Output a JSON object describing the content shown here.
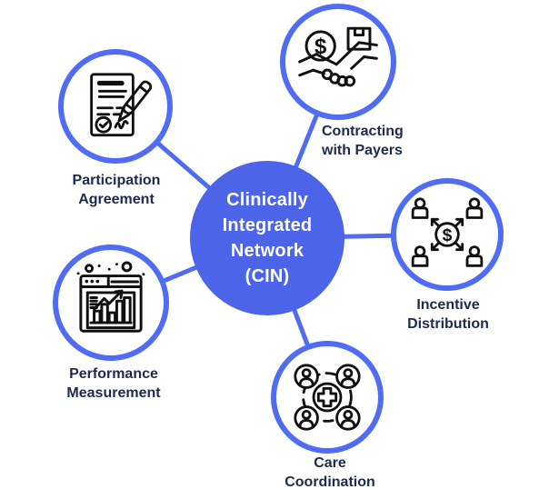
{
  "diagram": {
    "type": "hub-and-spoke",
    "center": {
      "label": "Clinically\nIntegrated\nNetwork\n(CIN)"
    },
    "nodes": [
      {
        "id": "contracting-with-payers",
        "label": "Contracting\nwith Payers",
        "icon": "handshake-dollar-coin-package-icon",
        "position": "top"
      },
      {
        "id": "participation-agreement",
        "label": "Participation\nAgreement",
        "icon": "signed-document-pen-icon",
        "position": "upper-left"
      },
      {
        "id": "incentive-distribution",
        "label": "Incentive\nDistribution",
        "icon": "dollar-distribution-to-people-icon",
        "position": "right"
      },
      {
        "id": "care-coordination",
        "label": "Care\nCoordination",
        "icon": "care-team-around-medical-cross-icon",
        "position": "bottom"
      },
      {
        "id": "performance-measurement",
        "label": "Performance\nMeasurement",
        "icon": "analytics-bar-chart-window-icon",
        "position": "lower-left"
      }
    ],
    "glyphs": {
      "dollar": "$"
    },
    "colors": {
      "hub_fill": "#4B64E8",
      "ring_and_connector_blue": "#4F6CF2",
      "label_navy": "#1A2B4F",
      "icon_stroke": "#101010",
      "background": "#FFFFFF",
      "hub_text": "#FFFFFF"
    }
  }
}
